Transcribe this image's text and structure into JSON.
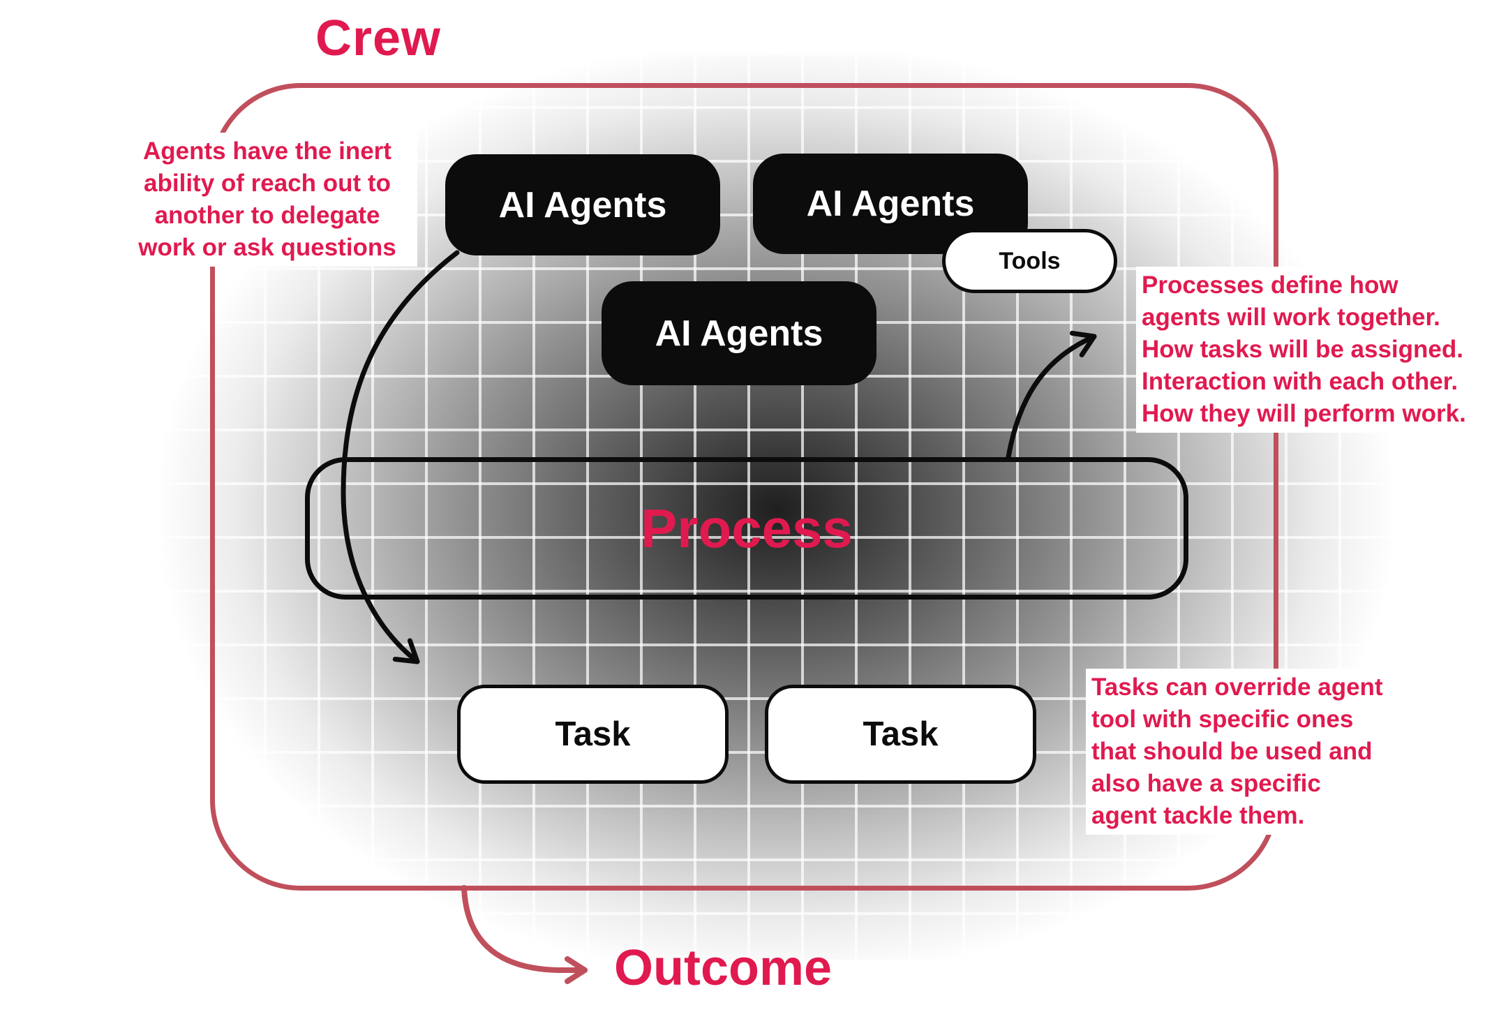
{
  "title": "Crew",
  "outcome": "Outcome",
  "boxes": {
    "agent1": "AI Agents",
    "agent2": "AI Agents",
    "agent3": "AI Agents",
    "tools": "Tools",
    "process": "Process",
    "task1": "Task",
    "task2": "Task"
  },
  "annotations": {
    "agents_note": "Agents have the inert\nability of reach out to\nanother to delegate\nwork or ask questions",
    "process_note": "Processes define how\nagents will work together.\nHow tasks will be assigned.\nInteraction with each other.\nHow they will perform work.",
    "tasks_note": "Tasks can override agent\ntool with specific ones\nthat should be used and\nalso have a specific\nagent tackle them."
  },
  "colors": {
    "accent_text": "#e01a4f",
    "border_red": "#c04f5c",
    "box_black": "#0c0c0c"
  }
}
